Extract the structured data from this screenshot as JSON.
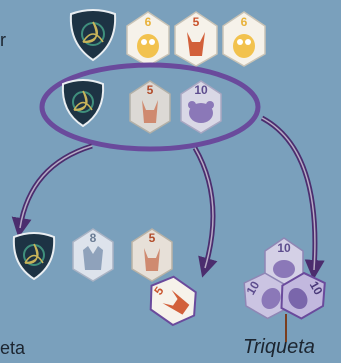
{
  "labels": {
    "left_cut_top": "r",
    "left_cut_bottom": "eta",
    "triqueta": "Triqueta"
  },
  "tiles": {
    "top_row": [
      {
        "animal": "owl",
        "value": "6"
      },
      {
        "animal": "fox",
        "value": "5"
      },
      {
        "animal": "owl",
        "value": "6"
      }
    ],
    "selected_row": [
      {
        "animal": "fox",
        "value": "5"
      },
      {
        "animal": "bear",
        "value": "10"
      }
    ],
    "left_result": [
      {
        "animal": "wolf",
        "value": "8"
      },
      {
        "animal": "fox",
        "value": "5"
      },
      {
        "animal": "fox",
        "value": "5"
      }
    ],
    "right_result": [
      {
        "animal": "bear",
        "value": "10"
      },
      {
        "animal": "bear",
        "value": "10"
      },
      {
        "animal": "bear",
        "value": "10"
      }
    ]
  },
  "colors": {
    "background": "#7aa0bc",
    "selection_ring": "#6a4a9c",
    "arrow": "#4b2d6e",
    "triqueta_card": "#1d3344",
    "owl_accent": "#e8b23a",
    "fox_accent": "#c9542e",
    "bear_accent": "#8b78b8",
    "wolf_accent": "#8fa2bb"
  }
}
